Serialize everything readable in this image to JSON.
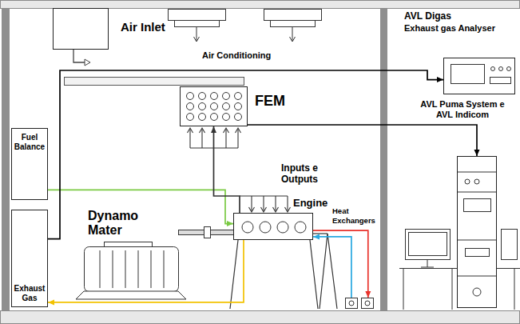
{
  "diagram": {
    "nodes": [
      {
        "text": [
          "Air Inlet"
        ]
      },
      {
        "text": [
          "FEM"
        ]
      },
      {
        "text": [
          "Fuel Balance"
        ]
      },
      {
        "text": [
          "Exhaust Gas"
        ]
      },
      {
        "text": [
          "Engine"
        ]
      },
      {
        "text": [
          "Heat Exchangers"
        ]
      },
      {
        "text": [
          "AVL Digas",
          "Exhaust gas Analyser"
        ]
      },
      {
        "text": [
          "AVL Puma System e",
          "AVL Indicom"
        ]
      }
    ],
    "edges": [
      {
        "from": 2,
        "to": 4,
        "arrow": "to"
      },
      {
        "from": 4,
        "to": 3,
        "arrow": "to"
      },
      {
        "from": 3,
        "to": 6,
        "arrow": "to"
      },
      {
        "from": 1,
        "to": 7,
        "arrow": "to"
      },
      {
        "from": 4,
        "to": 1,
        "arrow": "to"
      },
      {
        "from": 5,
        "to": 4,
        "arrow": "to"
      },
      {
        "from": 4,
        "to": 5,
        "arrow": "to"
      }
    ],
    "labels": [
      "Air Conditioning",
      "Inputs e Outputs",
      "Dynamo Mater"
    ]
  }
}
